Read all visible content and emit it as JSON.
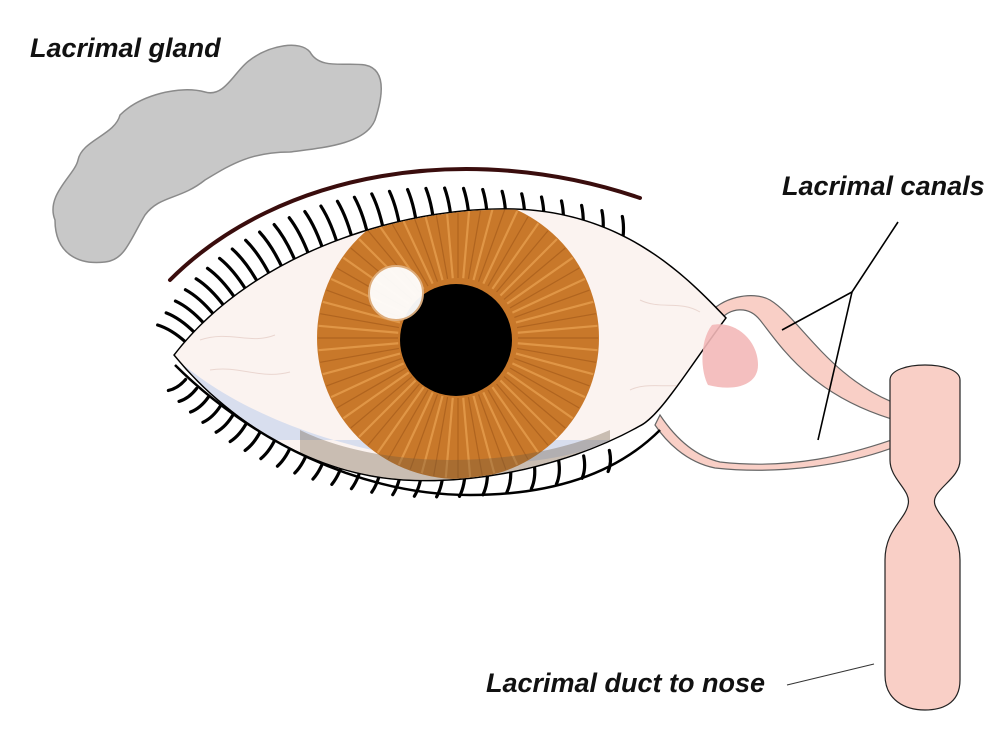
{
  "labels": {
    "lacrimal_gland": "Lacrimal gland",
    "lacrimal_canals": "Lacrimal canals",
    "lacrimal_duct": "Lacrimal duct to nose"
  },
  "colors": {
    "gland_fill": "#c8c8c8",
    "iris": "#c8782a",
    "iris_ray": "#e8a050",
    "pupil": "#000000",
    "sclera": "#fbf3f0",
    "tear_tint": "#cfd8ee",
    "canal_fill": "#f9cfc6",
    "caruncle": "#f3b8b8",
    "lash": "#000000",
    "lid_crease": "#3a0d0d"
  },
  "icons": {
    "gland": "gland-blob",
    "eye": "eye-shape",
    "lashes": "eyelashes"
  }
}
